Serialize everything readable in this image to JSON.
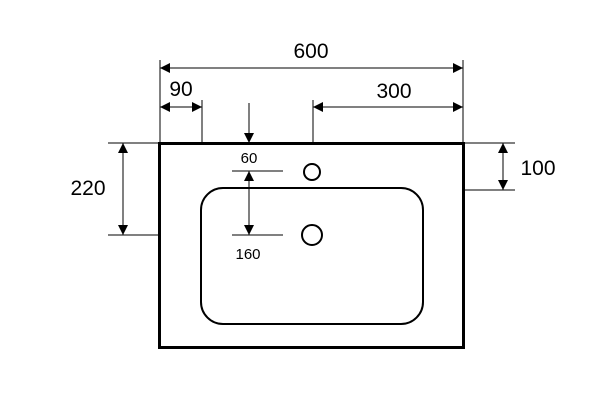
{
  "drawing": {
    "colors": {
      "line": "#000000",
      "background": "#ffffff"
    },
    "dimensions": {
      "overall_width": "600",
      "left_offset": "90",
      "right_offset": "300",
      "depth": "220",
      "tap_hole_depth": "100",
      "inner_top_offset": "60",
      "drain_offset": "160"
    }
  }
}
